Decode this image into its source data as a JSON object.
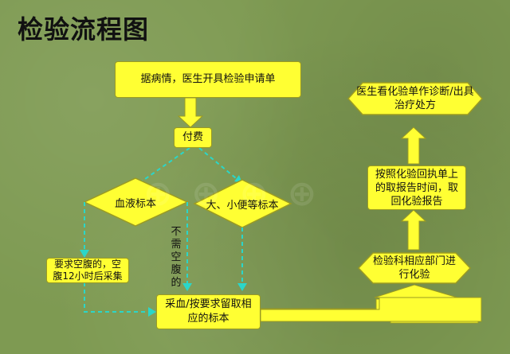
{
  "title": "检验流程图",
  "nodes": {
    "request": "据病情，医生开具检验申请单",
    "pay": "付费",
    "blood": "血液标本",
    "urine": "大、小便等标本",
    "fasting": "要求空腹的，空腹12小时后采集",
    "collect": "采血/按要求留取相应的标本",
    "lab": "检验科相应部门进行化验",
    "report": "按照化验回执单上的取报告时间，取回化验报告",
    "doctor": "医生看化验单作诊断/出具治疗处方"
  },
  "labels": {
    "no_fasting": "不需空腹的"
  },
  "colors": {
    "node_fill": "#ffff33",
    "arrow": "#ffff33",
    "connector": "#2bd6c8",
    "background": "#7e9a52"
  }
}
